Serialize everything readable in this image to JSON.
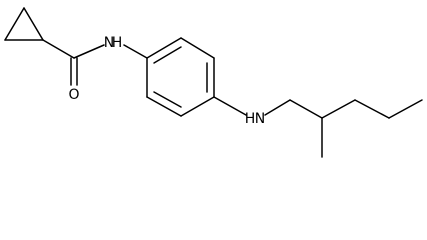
{
  "molecule": {
    "atoms": {
      "amide_nitrogen": "N",
      "amide_hydrogen": "H",
      "carbonyl_oxygen": "O",
      "amine_nitrogen": "N",
      "amine_hydrogen": "H"
    },
    "colors": {
      "bond": "#000000",
      "label": "#000000",
      "background": "#ffffff"
    }
  }
}
